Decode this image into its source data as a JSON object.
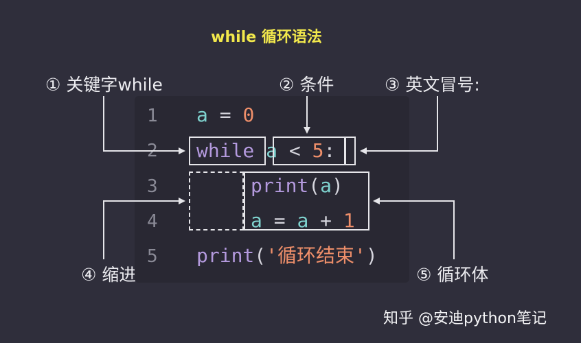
{
  "title": "while 循环语法",
  "labels": {
    "keyword": "① 关键字while",
    "condition": "② 条件",
    "colon": "③ 英文冒号:",
    "indent": "④ 缩进",
    "body": "⑤ 循环体"
  },
  "line_numbers": [
    "1",
    "2",
    "3",
    "4",
    "5"
  ],
  "code": {
    "line1": {
      "var": "a",
      "op": " = ",
      "num": "0"
    },
    "line2": {
      "kw": "while",
      "var": "a",
      "op": " < ",
      "num": "5",
      "colon": ":"
    },
    "line3": {
      "kw": "print",
      "open": "(",
      "var": "a",
      "close": ")"
    },
    "line4": {
      "var1": "a",
      "op1": " = ",
      "var2": "a",
      "op2": " + ",
      "num": "1"
    },
    "line5": {
      "kw": "print",
      "open": "(",
      "str": "'循环结束'",
      "close": ")"
    }
  },
  "watermark": "知乎 @安迪python笔记",
  "colors": {
    "background": "#2f2e3b",
    "title": "#f2e84c",
    "keyword": "#b49ade",
    "variable": "#7fd3cf",
    "number": "#ef8f6a"
  }
}
